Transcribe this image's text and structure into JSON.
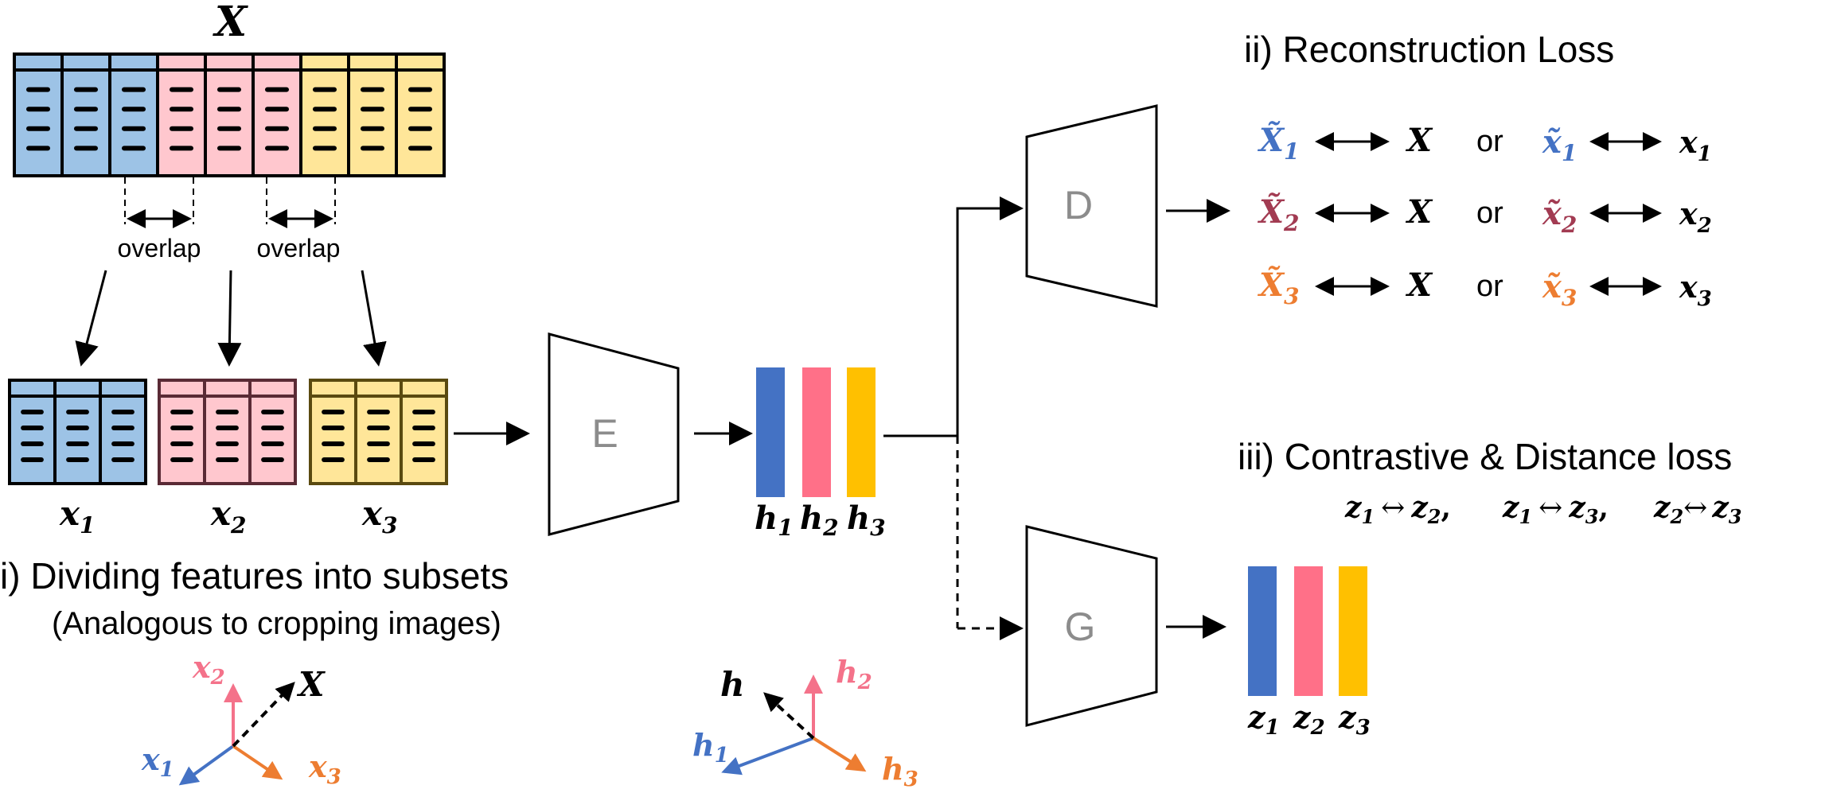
{
  "colors": {
    "blue": "#4472c4",
    "pink": "#f4728a",
    "orange": "#ed7d31",
    "red_dark": "#a23b52",
    "yellow": "#ffc000",
    "table_blue": "#9dc3e6",
    "table_pink": "#ffc7ce",
    "table_yellow": "#ffe699",
    "gray": "#8c8c8c"
  },
  "top_table": {
    "title": "X"
  },
  "overlap_labels": [
    "overlap",
    "overlap"
  ],
  "subsets": [
    {
      "label": "x",
      "sub": "1"
    },
    {
      "label": "x",
      "sub": "2"
    },
    {
      "label": "x",
      "sub": "3"
    }
  ],
  "section_i": {
    "title": "i) Dividing features into subsets",
    "subtitle": "(Analogous to cropping images)"
  },
  "encoder": {
    "label": "E"
  },
  "decoder": {
    "label": "D"
  },
  "projector": {
    "label": "G"
  },
  "h_labels": [
    {
      "label": "h",
      "sub": "1"
    },
    {
      "label": "h",
      "sub": "2"
    },
    {
      "label": "h",
      "sub": "3"
    }
  ],
  "z_labels": [
    {
      "label": "z",
      "sub": "1"
    },
    {
      "label": "z",
      "sub": "2"
    },
    {
      "label": "z",
      "sub": "3"
    }
  ],
  "section_ii": {
    "title": "ii) Reconstruction Loss",
    "or_word": "or",
    "rows": [
      {
        "left": "X̃",
        "left_sub": "1",
        "mid": "X",
        "right": "x̃",
        "right_sub": "1",
        "end": "x",
        "end_sub": "1"
      },
      {
        "left": "X̃",
        "left_sub": "2",
        "mid": "X",
        "right": "x̃",
        "right_sub": "2",
        "end": "x",
        "end_sub": "2"
      },
      {
        "left": "X̃",
        "left_sub": "3",
        "mid": "X",
        "right": "x̃",
        "right_sub": "3",
        "end": "x",
        "end_sub": "3"
      }
    ]
  },
  "section_iii": {
    "title": "iii) Contrastive & Distance loss",
    "pairs": [
      {
        "a": "z",
        "a_sub": "1",
        "arrow": "↔",
        "b": "z",
        "b_sub": "2",
        "sep": ","
      },
      {
        "a": "z",
        "a_sub": "1",
        "arrow": "↔",
        "b": "z",
        "b_sub": "3",
        "sep": ","
      },
      {
        "a": "z",
        "a_sub": "2",
        "arrow": "↔",
        "b": "z",
        "b_sub": "3",
        "sep": ""
      }
    ]
  },
  "vector_diagram_x": {
    "combined": "X",
    "components": [
      {
        "label": "x",
        "sub": "1"
      },
      {
        "label": "x",
        "sub": "2"
      },
      {
        "label": "x",
        "sub": "3"
      }
    ]
  },
  "vector_diagram_h": {
    "combined": "h",
    "components": [
      {
        "label": "h",
        "sub": "1"
      },
      {
        "label": "h",
        "sub": "2"
      },
      {
        "label": "h",
        "sub": "3"
      }
    ]
  }
}
